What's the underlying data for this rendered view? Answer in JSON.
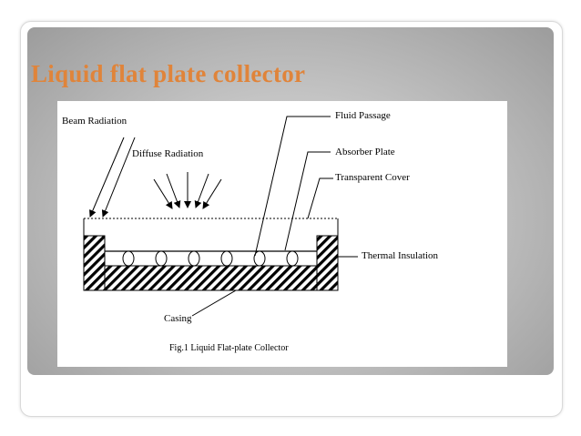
{
  "slide": {
    "title": "Liquid flat plate collector"
  },
  "figure": {
    "labels": {
      "beam_radiation": "Beam Radiation",
      "diffuse_radiation": "Diffuse Radiation",
      "fluid_passage": "Fluid Passage",
      "absorber_plate": "Absorber Plate",
      "transparent_cover": "Transparent Cover",
      "thermal_insulation": "Thermal Insulation",
      "casing": "Casing"
    },
    "caption": "Fig.1 Liquid Flat-plate Collector",
    "tube_count": 6
  },
  "colors": {
    "title": "#e0843a",
    "ink": "#000000"
  }
}
